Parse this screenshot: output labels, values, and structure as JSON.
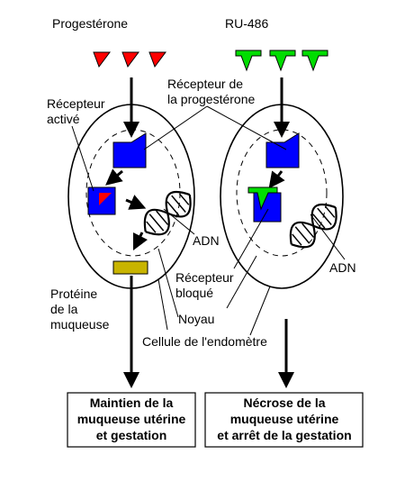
{
  "labels": {
    "progesterone": "Progestérone",
    "ru486": "RU-486",
    "receptor_line1": "Récepteur de",
    "receptor_line2": "la progestérone",
    "activated_line1": "Récepteur",
    "activated_line2": "activé",
    "adn_left": "ADN",
    "adn_right": "ADN",
    "blocked_line1": "Récepteur",
    "blocked_line2": "bloqué",
    "protein_line1": "Protéine",
    "protein_line2": "de la",
    "protein_line3": "muqueuse",
    "nucleus": "Noyau",
    "cell": "Cellule de l'endomètre"
  },
  "outcomes": {
    "left": [
      "Maintien de la",
      "muqueuse utérine",
      "et gestation"
    ],
    "right": [
      "Nécrose de la",
      "muqueuse utérine",
      "et arrêt de la gestation"
    ]
  },
  "colors": {
    "hormone": "#ff0000",
    "drug": "#00dd00",
    "receptor": "#0000ff",
    "protein": "#c8b400",
    "dna": "#000000"
  }
}
